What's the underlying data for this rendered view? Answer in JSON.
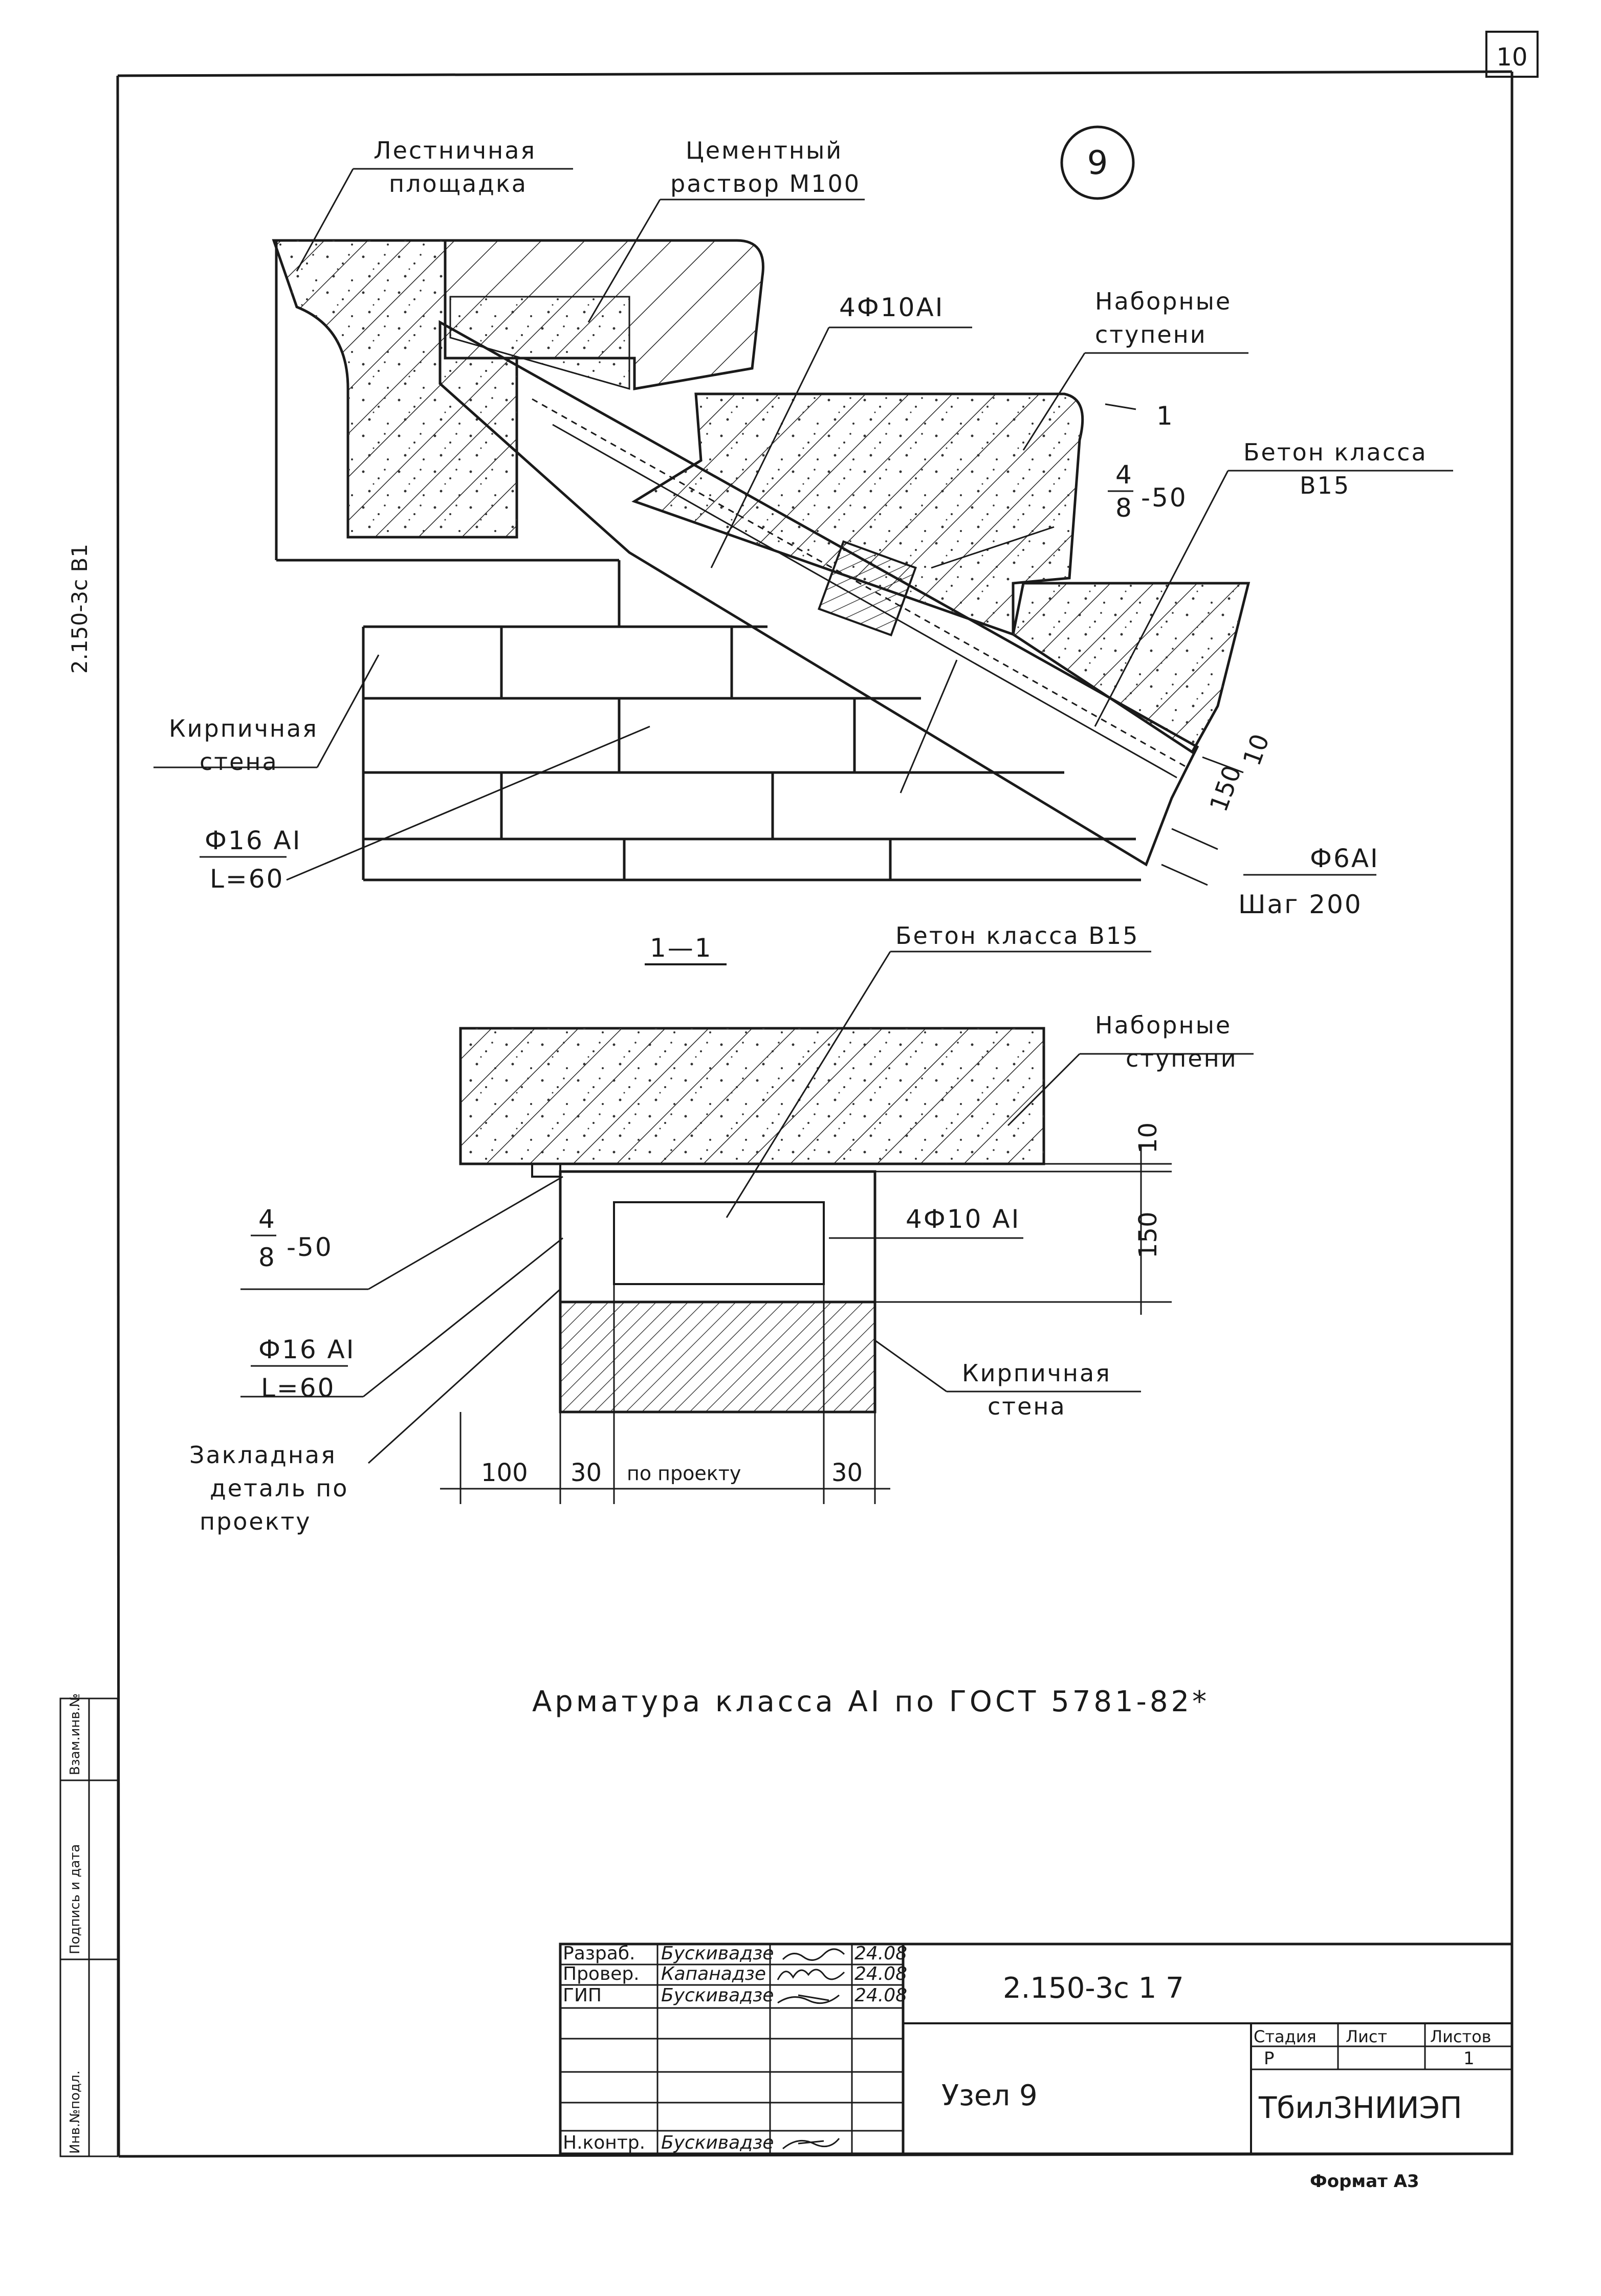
{
  "sheet_number": "10",
  "side_code": "2.150-3c В1",
  "node_number": "9",
  "labels": {
    "landing_l1": "Лестничная",
    "landing_l2": "площадка",
    "mortar_l1": "Цементный",
    "mortar_l2": "раствор М100",
    "rebar_4": "4Ф10АI",
    "steps_l1": "Наборные",
    "steps_l2": "ступени",
    "concrete_l1": "Бетон класса",
    "concrete_l2": "В15",
    "frac_num": "4",
    "frac_den": "8",
    "frac_tail": "-50",
    "wall_l1": "Кирпичная",
    "wall_l2": "стена",
    "bar16": "Ф16 АI",
    "bar16_len": "L=60",
    "bar6": "Ф6АI",
    "bar6_step": "Шаг  200",
    "section_mark": "1",
    "dim_150": "150",
    "dim_10": "10"
  },
  "section": {
    "title": "1—1",
    "concrete": "Бетон класса В15",
    "steps_l1": "Наборные",
    "steps_l2": "ступени",
    "frac_num": "4",
    "frac_den": "8",
    "frac_tail": "-50",
    "rebar_4": "4Ф10 АI",
    "bar16": "Ф16 АI",
    "bar16_len": "L=60",
    "embed_l1": "Закладная",
    "embed_l2": "деталь по",
    "embed_l3": "проекту",
    "wall_l1": "Кирпичная",
    "wall_l2": "стена",
    "dim_10": "10",
    "dim_150": "150",
    "dims": [
      "100",
      "30",
      "по проекту",
      "30"
    ]
  },
  "note": "Арматура класса АI по ГОСТ 5781-82*",
  "title_block": {
    "rows": [
      {
        "role": "Разраб.",
        "name": "Бускивадзе",
        "date": "24.08"
      },
      {
        "role": "Провер.",
        "name": "Капанадзе",
        "date": "24.08"
      },
      {
        "role": "ГИП",
        "name": "Бускивадзе",
        "date": "24.08"
      },
      {
        "role": "",
        "name": "",
        "date": ""
      },
      {
        "role": "",
        "name": "",
        "date": ""
      },
      {
        "role": "Н.контр.",
        "name": "Бускивадзе",
        "date": ""
      }
    ],
    "code": "2.150-3с  1  7",
    "name": "Узел  9",
    "stage_header": "Стадия",
    "sheet_header": "Лист",
    "sheets_header": "Листов",
    "stage": "Р",
    "sheet": "",
    "sheets": "1",
    "org": "ТбилЗНИИЭП"
  },
  "margin_labels": [
    "Инв.№подл.",
    "Подпись и дата",
    "Взам.инв.№"
  ],
  "format": "Формат А3"
}
